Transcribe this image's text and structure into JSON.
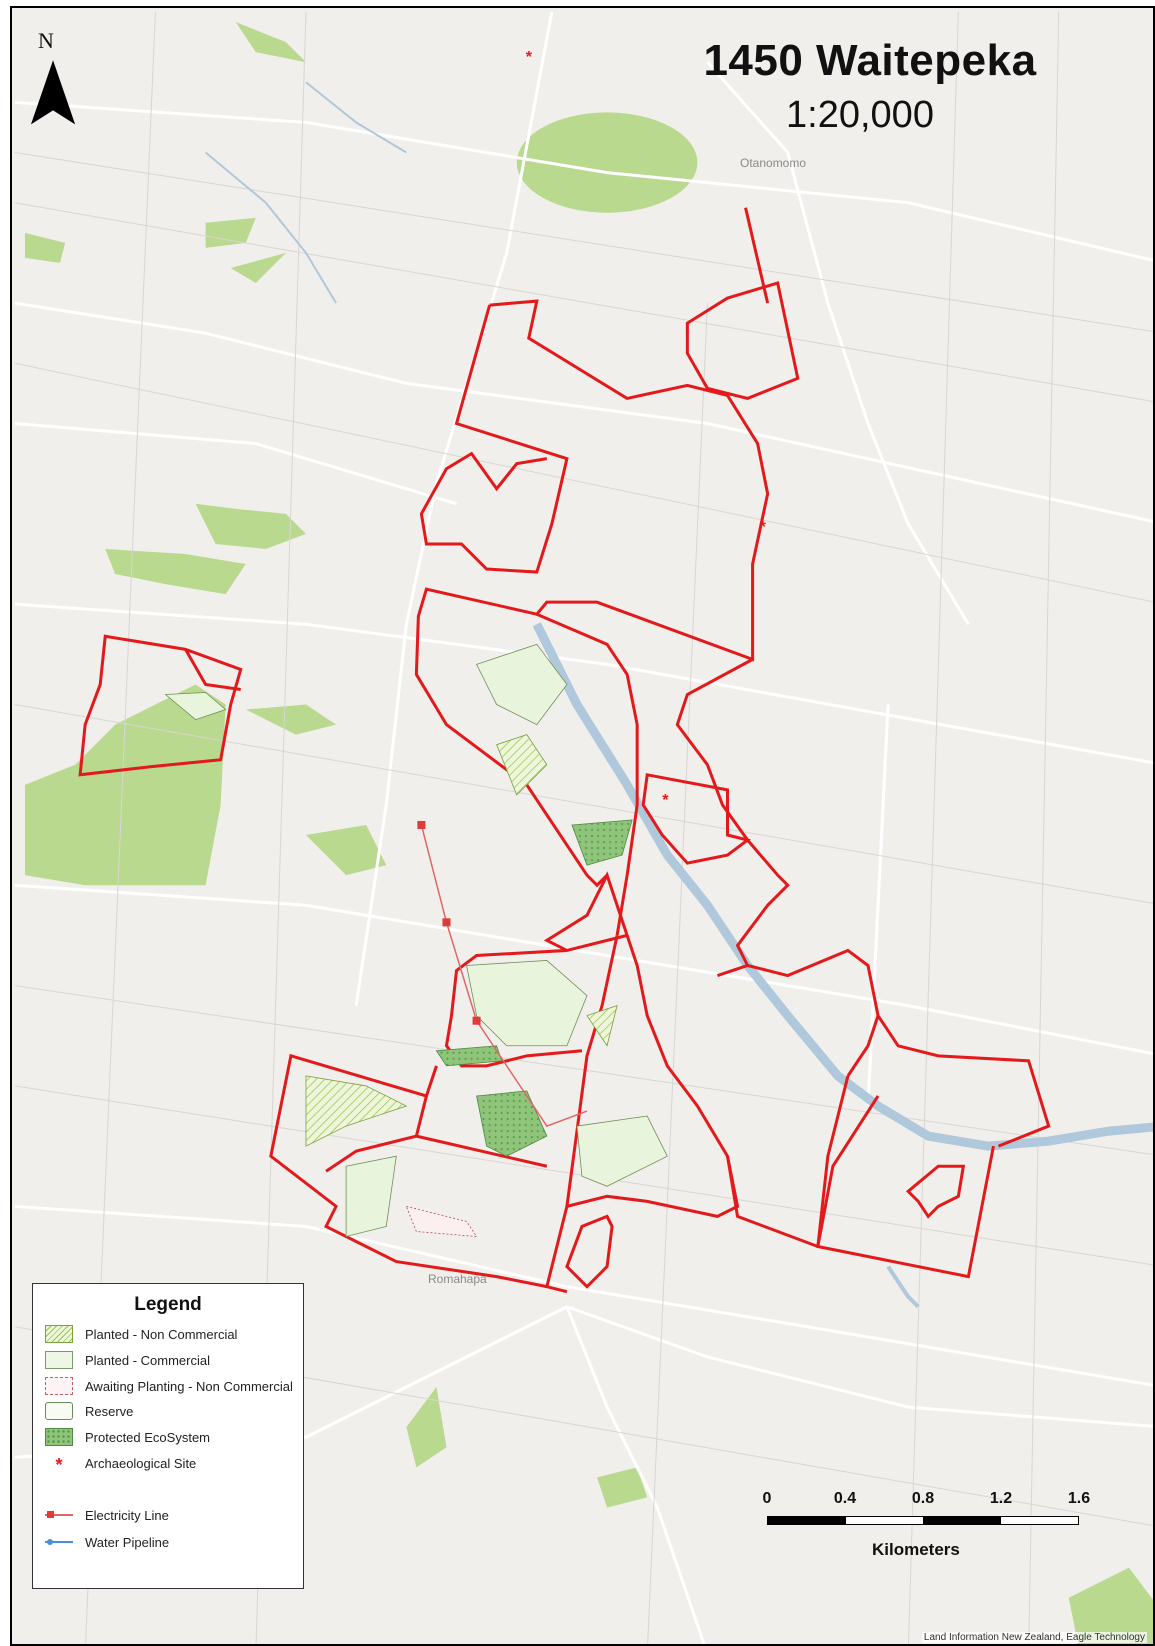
{
  "map": {
    "title": "1450 Waitepeka",
    "scale": "1:20,000",
    "north_label": "N",
    "places": {
      "top": "Otanomomo",
      "bottom": "Romahapa"
    },
    "colors": {
      "background": "#f1efec",
      "boundary": "#e31a1c",
      "green_area": "#a9d07f",
      "river": "#a9c4dc",
      "road": "#ffffff",
      "protected": "#7fbf6a"
    }
  },
  "legend": {
    "title": "Legend",
    "items": [
      {
        "label": "Planted - Non Commercial",
        "icon": "hatched-green-swatch"
      },
      {
        "label": "Planted - Commercial",
        "icon": "light-green-swatch"
      },
      {
        "label": "Awaiting Planting - Non Commercial",
        "icon": "pink-dotted-swatch"
      },
      {
        "label": "Reserve",
        "icon": "reserve-swatch"
      },
      {
        "label": "Protected EcoSystem",
        "icon": "protected-swatch"
      },
      {
        "label": "Archaeological Site",
        "icon": "red-asterisk"
      },
      {
        "label": "Electricity Line",
        "icon": "red-line"
      },
      {
        "label": "Water Pipeline",
        "icon": "blue-line"
      }
    ]
  },
  "scalebar": {
    "ticks": [
      "0",
      "0.4",
      "0.8",
      "1.2",
      "1.6"
    ],
    "unit": "Kilometers"
  },
  "credit": "Land Information New Zealand, Eagle Technology"
}
